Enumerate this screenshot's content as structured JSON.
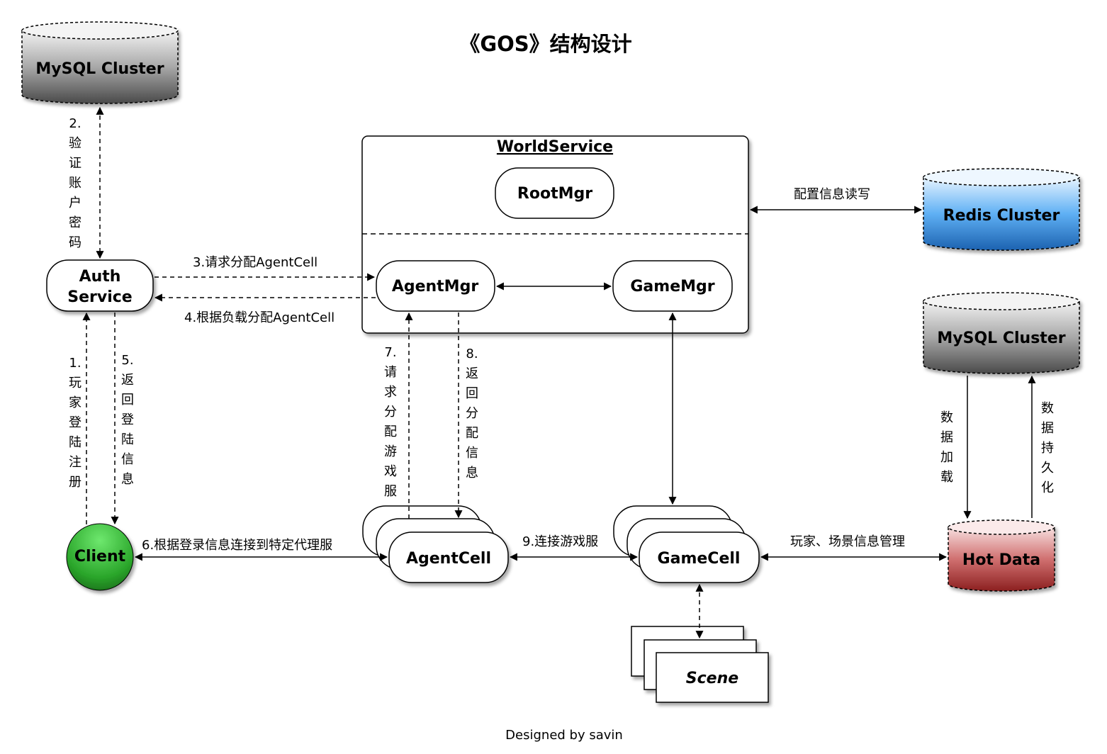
{
  "title": "《GOS》结构设计",
  "footer": "Designed by savin",
  "nodes": {
    "mysql_top": "MySQL Cluster",
    "mysql_right": "MySQL Cluster",
    "redis": "Redis Cluster",
    "hot_data": "Hot Data",
    "auth_line1": "Auth",
    "auth_line2": "Service",
    "client": "Client",
    "world_service": "WorldService",
    "root_mgr": "RootMgr",
    "agent_mgr": "AgentMgr",
    "game_mgr": "GameMgr",
    "agent_cell": "AgentCell",
    "game_cell": "GameCell",
    "scene": "Scene"
  },
  "edges": {
    "e2": [
      "2.",
      "验",
      "证",
      "账",
      "户",
      "密",
      "码"
    ],
    "e1": [
      "1.",
      "玩",
      "家",
      "登",
      "陆",
      "注",
      "册"
    ],
    "e5": [
      "5.",
      "返",
      "回",
      "登",
      "陆",
      "信",
      "息"
    ],
    "e7": [
      "7.",
      "请",
      "求",
      "分",
      "配",
      "游",
      "戏",
      "服"
    ],
    "e8": [
      "8.",
      "返",
      "回",
      "分",
      "配",
      "信",
      "息"
    ],
    "load": [
      "数",
      "据",
      "加",
      "载"
    ],
    "persist": [
      "数",
      "据",
      "持",
      "久",
      "化"
    ],
    "e3": "3.请求分配AgentCell",
    "e4": "4.根据负载分配AgentCell",
    "e6": "6.根据登录信息连接到特定代理服",
    "e9": "9.连接游戏服",
    "config": "配置信息读写",
    "player_scene": "玩家、场景信息管理"
  },
  "colors": {
    "mysql": "#555555",
    "redis": "#2e88d8",
    "hot_data": "#a83434",
    "client": "#2fb52f",
    "stroke": "#000000"
  }
}
